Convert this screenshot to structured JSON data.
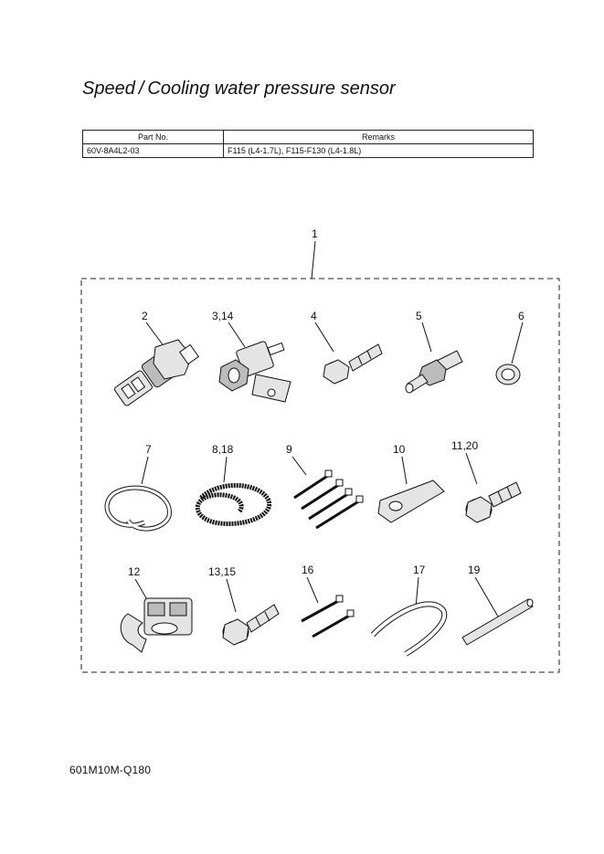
{
  "title": "Speed / Cooling water pressure sensor",
  "table": {
    "headers": [
      "Part No.",
      "Remarks"
    ],
    "rows": [
      [
        "60V-8A4L2-03",
        "F115 (L4-1.7L), F115-F130 (L4-1.8L)"
      ]
    ]
  },
  "assembly_label": "1",
  "part_labels": {
    "p2": "2",
    "p3_14": "3,14",
    "p4": "4",
    "p5": "5",
    "p6": "6",
    "p7": "7",
    "p8_18": "8,18",
    "p9": "9",
    "p10": "10",
    "p11_20": "11,20",
    "p12": "12",
    "p13_15": "13,15",
    "p16": "16",
    "p17": "17",
    "p19": "19"
  },
  "footer_code": "601M10M-Q180"
}
